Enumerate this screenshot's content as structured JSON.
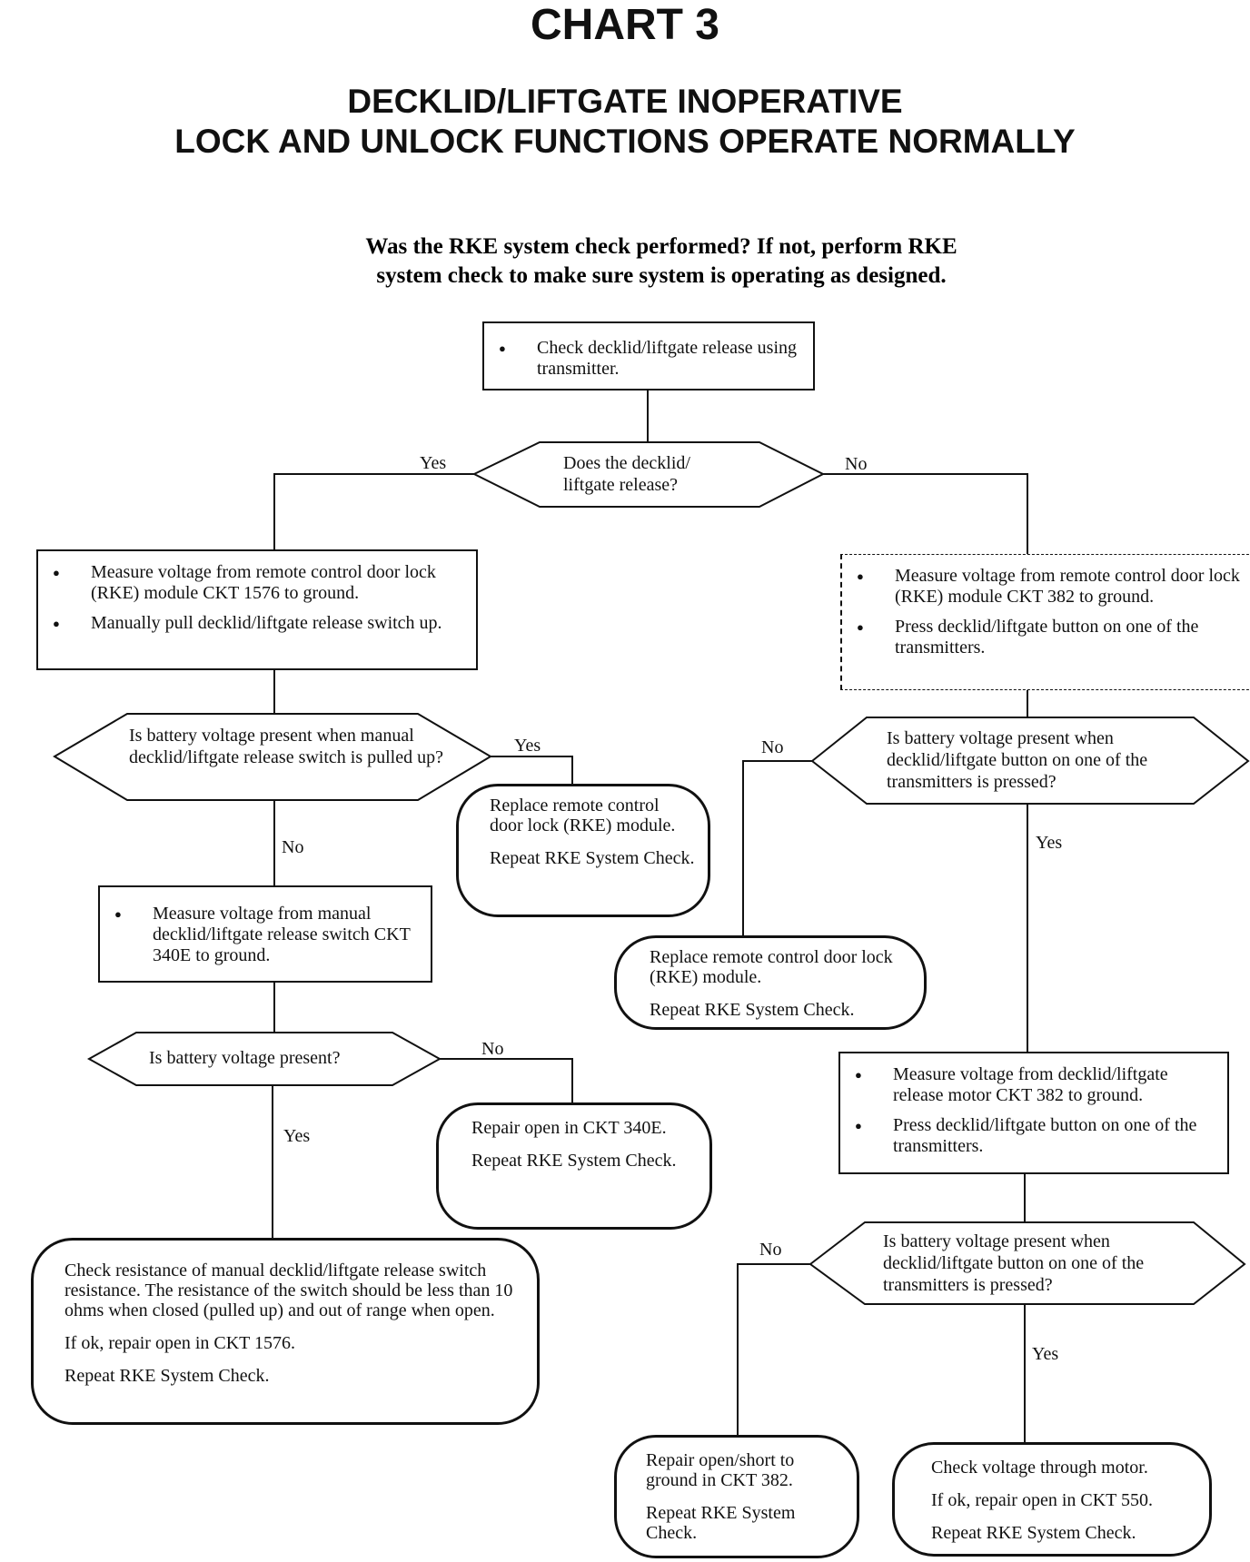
{
  "title": "CHART 3",
  "subtitle": {
    "line1": "DECKLID/LIFTGATE INOPERATIVE",
    "line2": "LOCK AND UNLOCK FUNCTIONS OPERATE NORMALLY"
  },
  "intro": {
    "line1": "Was the RKE system check performed? If not, perform RKE",
    "line2": "system check to make sure system is operating as designed."
  },
  "start_box": {
    "items": [
      "Check decklid/liftgate release using transmitter."
    ]
  },
  "decision_release": {
    "text": "Does the decklid/ liftgate release?",
    "yes_label": "Yes",
    "no_label": "No"
  },
  "left": {
    "measure_box": {
      "items": [
        "Measure voltage from remote control door lock (RKE) module CKT 1576 to ground.",
        "Manually pull decklid/liftgate release switch up."
      ]
    },
    "decision_switch": {
      "text": "Is battery voltage present when manual decklid/liftgate release switch is pulled up?",
      "yes_label": "Yes",
      "no_label": "No"
    },
    "replace_module": {
      "lines": [
        "Replace remote control door lock (RKE) module.",
        "Repeat RKE System Check."
      ]
    },
    "measure_340e_box": {
      "items": [
        "Measure voltage from manual decklid/liftgate release switch CKT 340E to ground."
      ]
    },
    "decision_present": {
      "text": "Is battery voltage present?",
      "yes_label": "Yes",
      "no_label": "No"
    },
    "repair_340e": {
      "lines": [
        "Repair open in CKT 340E.",
        "Repeat RKE System Check."
      ]
    },
    "check_resistance": {
      "lines": [
        "Check resistance of manual decklid/liftgate release switch resistance. The resistance of the switch should be less than 10 ohms when closed (pulled up) and out of range when open.",
        "If ok, repair open in CKT 1576.",
        "Repeat RKE System Check."
      ]
    }
  },
  "right": {
    "measure_box": {
      "items": [
        "Measure voltage from remote control door lock (RKE) module CKT 382 to ground.",
        "Press decklid/liftgate button on one of the transmitters."
      ]
    },
    "decision_transmitter": {
      "text": "Is battery voltage present when decklid/liftgate button on one of the transmitters is pressed?",
      "yes_label": "Yes",
      "no_label": "No"
    },
    "replace_module": {
      "lines": [
        "Replace remote control door lock (RKE) module.",
        "Repeat RKE System Check."
      ]
    },
    "measure_motor_box": {
      "items": [
        "Measure voltage from decklid/liftgate release motor CKT 382 to ground.",
        "Press decklid/liftgate button on one of the transmitters."
      ]
    },
    "decision_motor": {
      "text": "Is battery voltage present when decklid/liftgate button on one of the transmitters is pressed?",
      "yes_label": "Yes",
      "no_label": "No"
    },
    "repair_382": {
      "lines": [
        "Repair open/short to ground in CKT 382.",
        "Repeat RKE System Check."
      ]
    },
    "check_motor": {
      "lines": [
        "Check voltage through motor.",
        "If ok, repair open in CKT 550.",
        "Repeat RKE System Check."
      ]
    }
  }
}
